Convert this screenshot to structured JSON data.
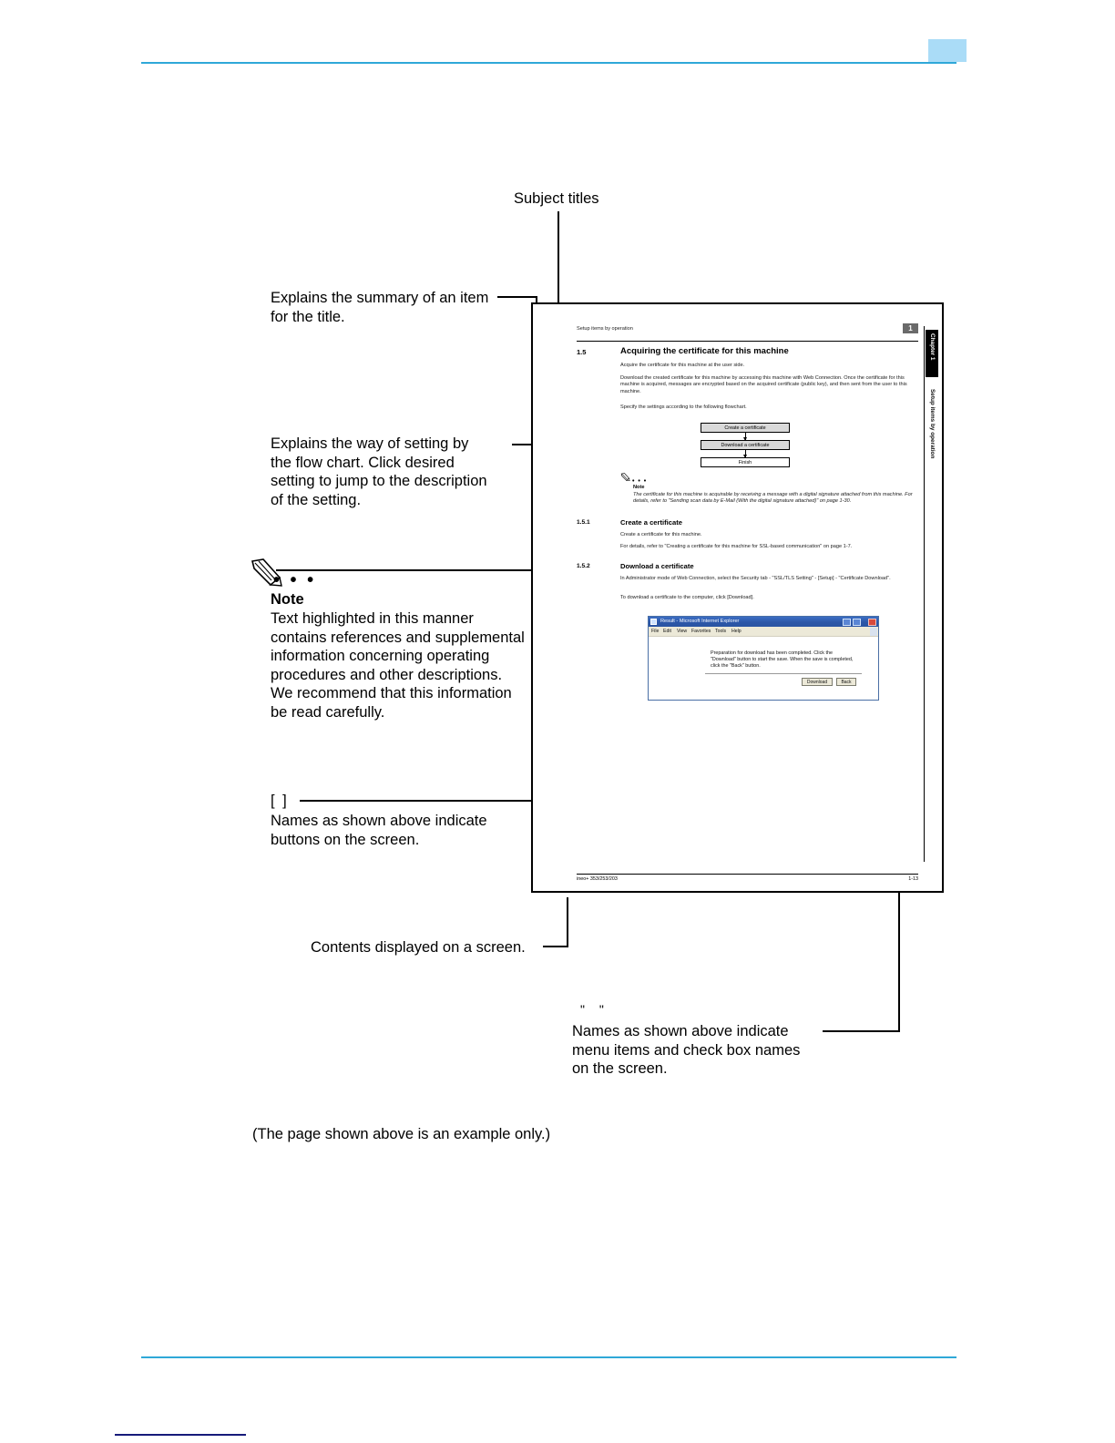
{
  "document": {
    "header_accent_color": "#2fa8d8",
    "footer_note": "(The page shown above is an example only.)"
  },
  "annotations": {
    "subject_titles": "Subject titles",
    "summary": "Explains the summary of an item\nfor  the title.",
    "flow_chart": "Explains the way of setting by\nthe flow chart. Click desired\nsetting to jump to the description\nof the setting.",
    "note_heading": "Note",
    "note_body": "Text highlighted in this manner\ncontains references and supplemental\ninformation concerning operating\nprocedures and other descriptions.\nWe recommend that this information\nbe read carefully.",
    "note_dots": "• • •",
    "brackets_symbol": "[  ]",
    "brackets_desc": "Names as shown above indicate\nbuttons on the screen.",
    "contents_desc": "Contents displayed on a screen.",
    "quotes_symbol": "\" \"",
    "quotes_desc": "Names as shown above indicate\nmenu items and check box names\non the screen."
  },
  "sample_page": {
    "header_title": "Setup items by operation",
    "header_number": "1",
    "chapter_tab": "Chapter 1",
    "side_label": "Setup items by operation",
    "section_number": "1.5",
    "section_title": "Acquiring the certificate for this machine",
    "paragraphs": {
      "p1": "Acquire the certificate for this machine at the user side.",
      "p2": "Download the created certificate for this machine by accessing this machine with Web Connection. Once the certificate for this machine is acquired, messages are encrypted based on the acquired certificate (public key), and then sent from the user to this machine.",
      "p3": "Specify the settings according to the following flowchart."
    },
    "flowchart": {
      "steps": [
        {
          "label": "Create a certificate",
          "shaded": true
        },
        {
          "label": "Download a certificate",
          "shaded": true
        },
        {
          "label": "Finish",
          "shaded": false
        }
      ]
    },
    "note": {
      "dots": "• • •",
      "label": "Note",
      "body": "The certificate for this machine is acquirable by receiving a message with a digital signature attached from this machine. For details, refer to \"Sending scan data by E-Mail (With the digital signature attached)\" on page 1-30."
    },
    "subsections": [
      {
        "number": "1.5.1",
        "title": "Create a certificate",
        "lines": [
          "Create a certificate for this machine.",
          "For details, refer to \"Creating a certificate for this machine for SSL-based communication\" on page 1-7."
        ]
      },
      {
        "number": "1.5.2",
        "title": "Download a certificate",
        "lines": [
          "In Administrator mode of Web Connection, select the Security tab - \"SSL/TLS Setting\" - [Setup] - \"Certificate Download\".",
          "To download a certificate to the computer, click [Download]."
        ]
      }
    ],
    "footer": {
      "left": "ineo+ 353/253/203",
      "right": "1-13"
    }
  },
  "browser_window": {
    "title": "Result - Microsoft Internet Explorer",
    "menu_items": [
      "File",
      "Edit",
      "View",
      "Favorites",
      "Tools",
      "Help"
    ],
    "message": "Preparation for download has been completed. Click the \"Download\" button to start the save. When the save is completed, click the \"Back\" button.",
    "buttons": [
      "Download",
      "Back"
    ]
  }
}
